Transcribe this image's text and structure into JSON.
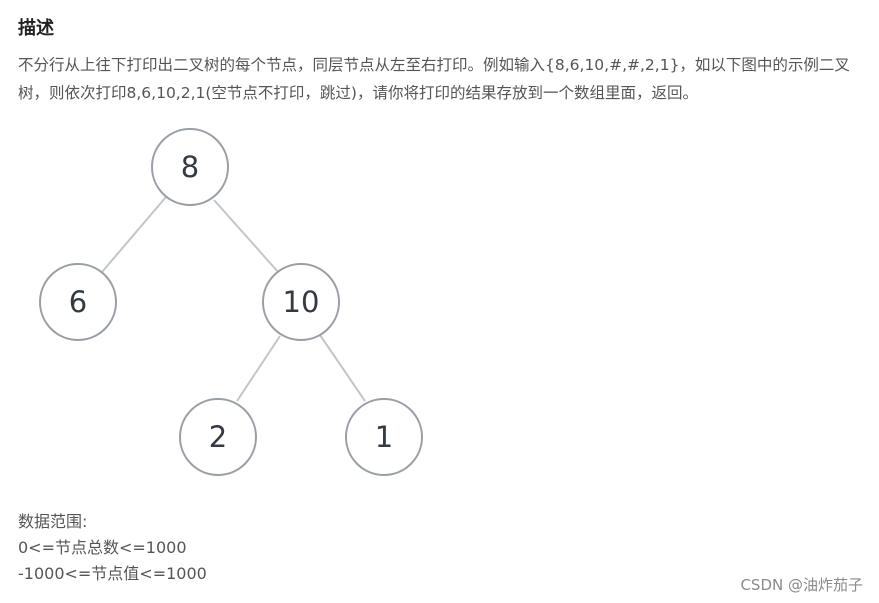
{
  "heading": "描述",
  "description": "不分行从上往下打印出二叉树的每个节点，同层节点从左至右打印。例如输入{8,6,10,#,#,2,1}，如以下图中的示例二叉树，则依次打印8,6,10,2,1(空节点不打印，跳过)，请你将打印的结果存放到一个数组里面，返回。",
  "tree": {
    "nodes": [
      "8",
      "6",
      "10",
      "2",
      "1"
    ]
  },
  "range": {
    "label": "数据范围:",
    "line1": "0<=节点总数<=1000",
    "line2": "-1000<=节点值<=1000"
  },
  "watermark": "CSDN @油炸茄子"
}
